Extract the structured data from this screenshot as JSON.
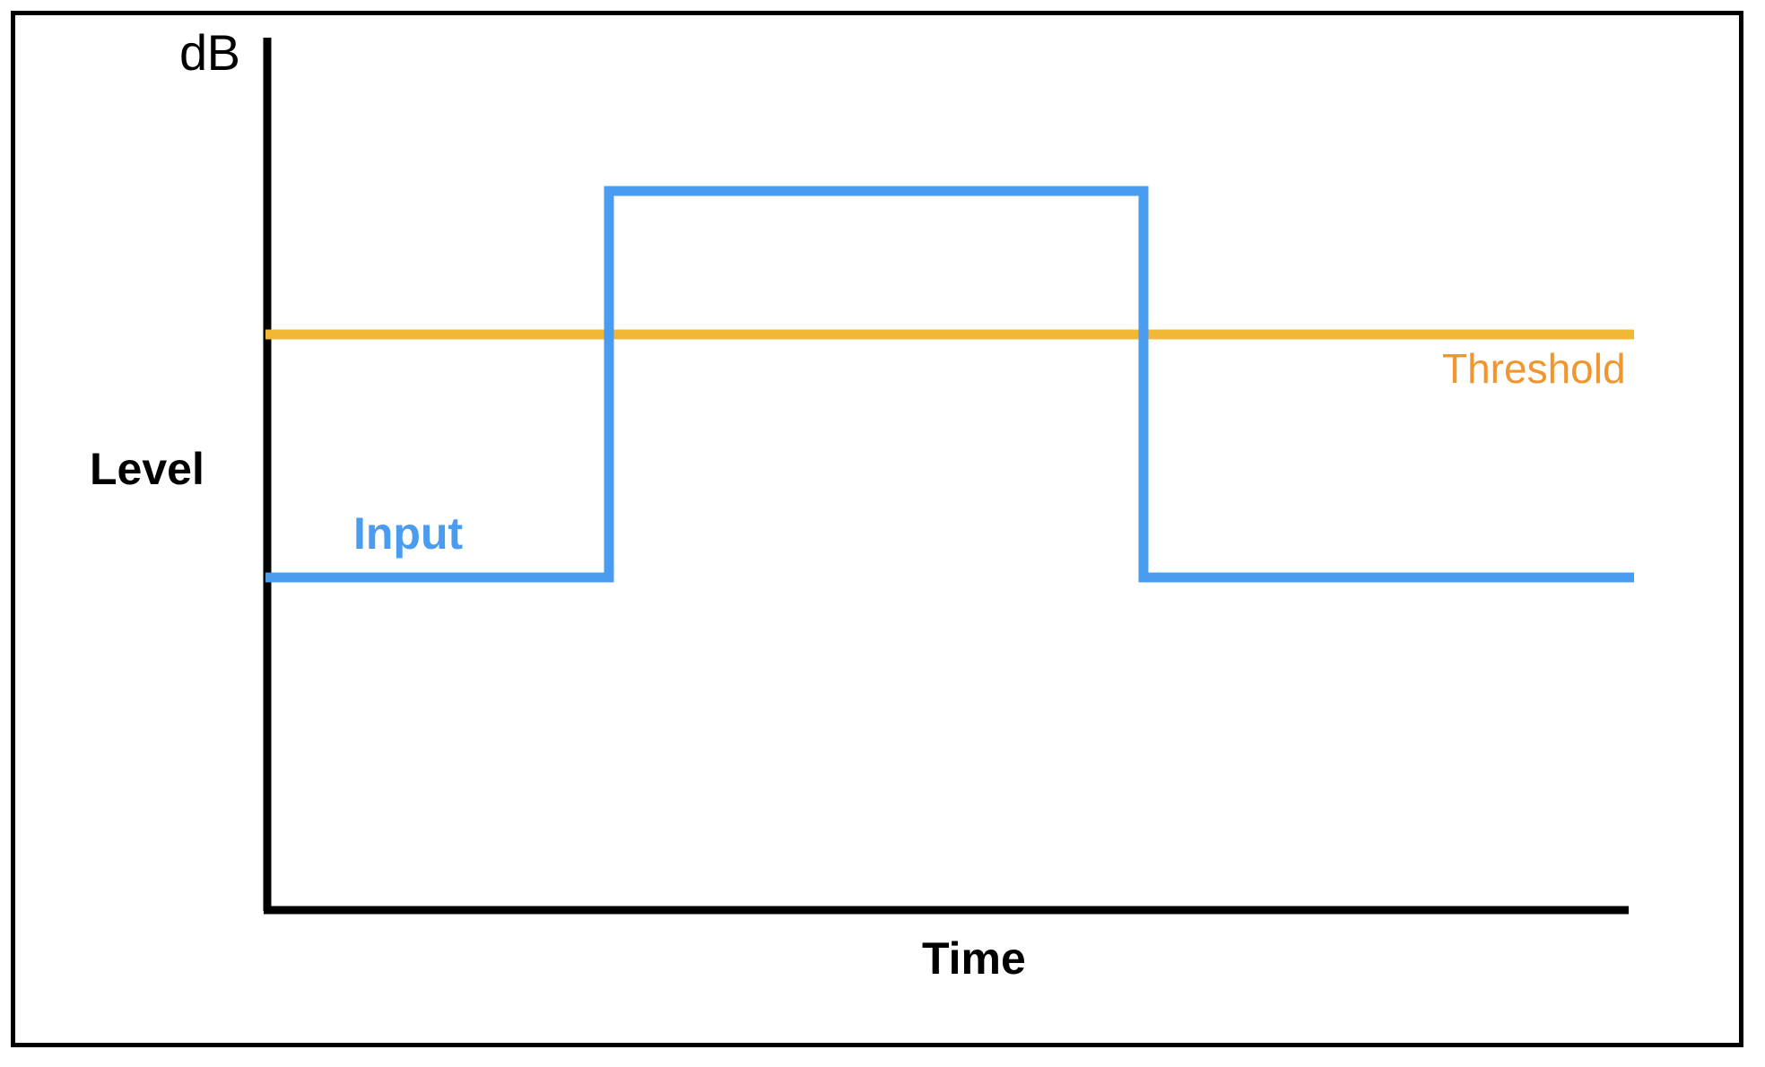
{
  "figure": {
    "title": "",
    "background_color": "#ffffff",
    "border_color": "#000000"
  },
  "axes": {
    "y_unit_label": "dB",
    "y_axis_label": "Level",
    "x_axis_label": "Time",
    "axis_color": "#000000"
  },
  "series": [
    {
      "name": "Input",
      "label": "Input",
      "color": "#4a9cf0",
      "type": "step"
    },
    {
      "name": "Threshold",
      "label": "Threshold",
      "color": "#efb936",
      "text_color": "#f0962f",
      "type": "horizontal-line"
    }
  ],
  "chart_data": {
    "type": "line",
    "title": "",
    "xlabel": "Time",
    "ylabel": "Level",
    "y_unit": "dB",
    "grid": false,
    "legend": "inline-annotations",
    "xlim": [
      0,
      100
    ],
    "ylim": [
      0,
      100
    ],
    "xticks": [],
    "yticks": [],
    "series": [
      {
        "name": "Input",
        "color": "#4a9cf0",
        "style": "step",
        "x": [
          0,
          25.2,
          25.2,
          64.4,
          64.4,
          100
        ],
        "y": [
          38.2,
          38.2,
          82.5,
          82.5,
          38.2,
          38.2
        ],
        "annotation": "Input",
        "description": "Step pulse: low level rises above threshold at t=25.2 and falls back at t=64.4"
      },
      {
        "name": "Threshold",
        "color": "#efb936",
        "style": "horizontal-line",
        "x": [
          0,
          100
        ],
        "y": [
          66.0,
          66.0
        ],
        "annotation": "Threshold",
        "description": "Constant threshold level line spanning the full time axis"
      }
    ]
  }
}
